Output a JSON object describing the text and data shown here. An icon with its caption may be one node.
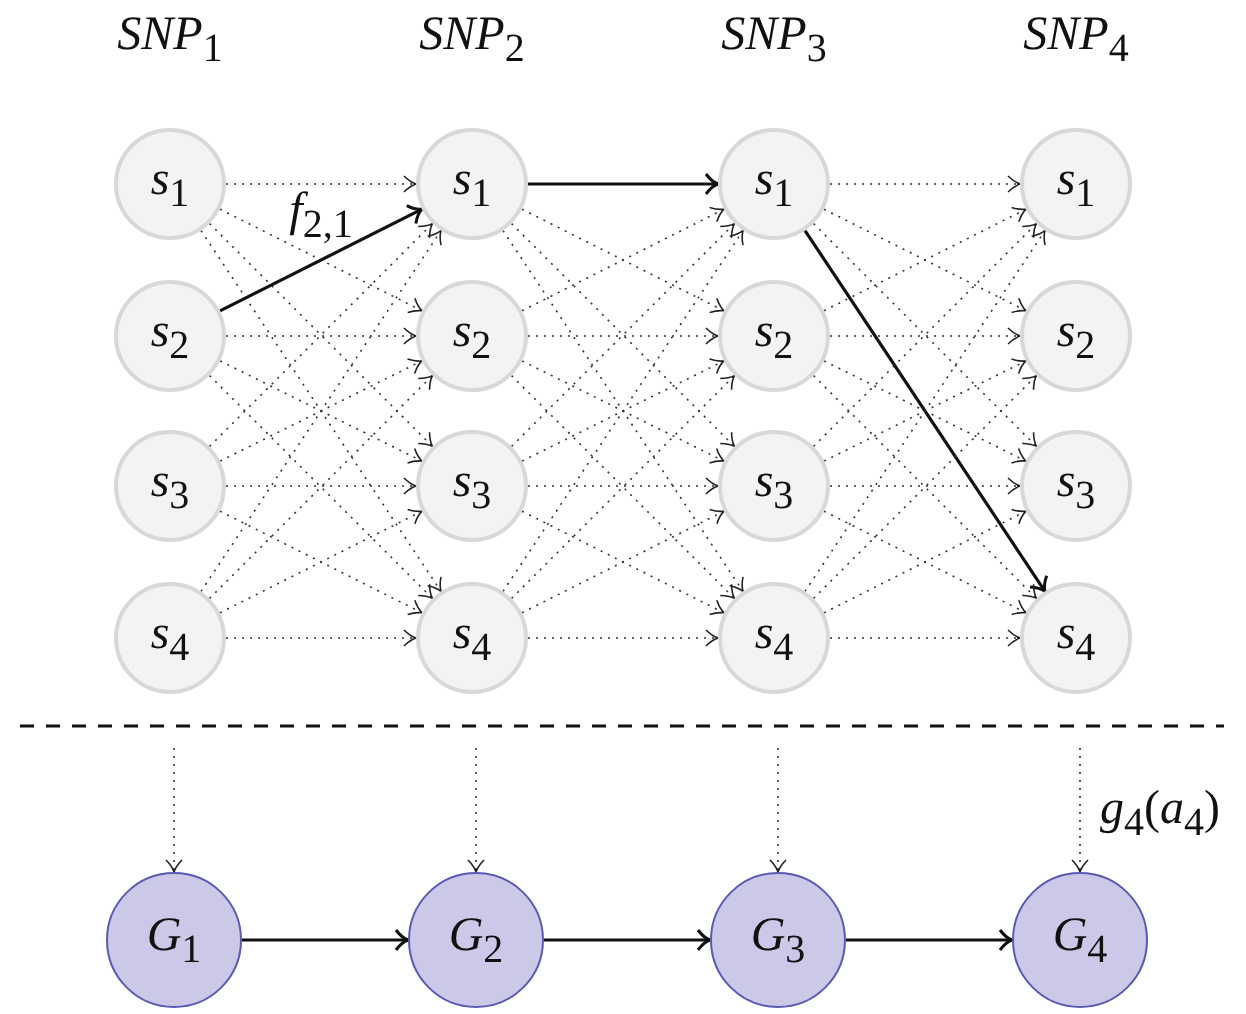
{
  "diagram": {
    "nodes": [
      {
        "text": [
          "*s*$_{1}$"
        ]
      },
      {
        "text": [
          "*s*$_{2}$"
        ]
      },
      {
        "text": [
          "*s*$_{3}$"
        ]
      },
      {
        "text": [
          "*s*$_{4}$"
        ]
      },
      {
        "text": [
          "*s*$_{1}$"
        ]
      },
      {
        "text": [
          "*s*$_{2}$"
        ]
      },
      {
        "text": [
          "*s*$_{3}$"
        ]
      },
      {
        "text": [
          "*s*$_{4}$"
        ]
      },
      {
        "text": [
          "*s*$_{1}$"
        ]
      },
      {
        "text": [
          "*s*$_{2}$"
        ]
      },
      {
        "text": [
          "*s*$_{3}$"
        ]
      },
      {
        "text": [
          "*s*$_{4}$"
        ]
      },
      {
        "text": [
          "*s*$_{1}$"
        ]
      },
      {
        "text": [
          "*s*$_{2}$"
        ]
      },
      {
        "text": [
          "*s*$_{3}$"
        ]
      },
      {
        "text": [
          "*s*$_{4}$"
        ]
      },
      {
        "text": [
          "*G*$_{1}$"
        ]
      },
      {
        "text": [
          "*G*$_{2}$"
        ]
      },
      {
        "text": [
          "*G*$_{3}$"
        ]
      },
      {
        "text": [
          "*G*$_{4}$"
        ]
      }
    ],
    "edges": [
      {
        "from": 0,
        "to": 4,
        "arrow": "to",
        "style": "dashed"
      },
      {
        "from": 0,
        "to": 5,
        "arrow": "to",
        "style": "dashed"
      },
      {
        "from": 0,
        "to": 6,
        "arrow": "to",
        "style": "dashed"
      },
      {
        "from": 0,
        "to": 7,
        "arrow": "to",
        "style": "dashed"
      },
      {
        "from": 1,
        "to": 4,
        "arrow": "to",
        "label": "*f*$_{2,1}$"
      },
      {
        "from": 1,
        "to": 5,
        "arrow": "to",
        "style": "dashed"
      },
      {
        "from": 1,
        "to": 6,
        "arrow": "to",
        "style": "dashed"
      },
      {
        "from": 1,
        "to": 7,
        "arrow": "to",
        "style": "dashed"
      },
      {
        "from": 2,
        "to": 4,
        "arrow": "to",
        "style": "dashed"
      },
      {
        "from": 2,
        "to": 5,
        "arrow": "to",
        "style": "dashed"
      },
      {
        "from": 2,
        "to": 6,
        "arrow": "to",
        "style": "dashed"
      },
      {
        "from": 2,
        "to": 7,
        "arrow": "to",
        "style": "dashed"
      },
      {
        "from": 3,
        "to": 4,
        "arrow": "to",
        "style": "dashed"
      },
      {
        "from": 3,
        "to": 5,
        "arrow": "to",
        "style": "dashed"
      },
      {
        "from": 3,
        "to": 6,
        "arrow": "to",
        "style": "dashed"
      },
      {
        "from": 3,
        "to": 7,
        "arrow": "to",
        "style": "dashed"
      },
      {
        "from": 4,
        "to": 8,
        "arrow": "to"
      },
      {
        "from": 4,
        "to": 9,
        "arrow": "to",
        "style": "dashed"
      },
      {
        "from": 4,
        "to": 10,
        "arrow": "to",
        "style": "dashed"
      },
      {
        "from": 4,
        "to": 11,
        "arrow": "to",
        "style": "dashed"
      },
      {
        "from": 5,
        "to": 8,
        "arrow": "to",
        "style": "dashed"
      },
      {
        "from": 5,
        "to": 9,
        "arrow": "to",
        "style": "dashed"
      },
      {
        "from": 5,
        "to": 10,
        "arrow": "to",
        "style": "dashed"
      },
      {
        "from": 5,
        "to": 11,
        "arrow": "to",
        "style": "dashed"
      },
      {
        "from": 6,
        "to": 8,
        "arrow": "to",
        "style": "dashed"
      },
      {
        "from": 6,
        "to": 9,
        "arrow": "to",
        "style": "dashed"
      },
      {
        "from": 6,
        "to": 10,
        "arrow": "to",
        "style": "dashed"
      },
      {
        "from": 6,
        "to": 11,
        "arrow": "to",
        "style": "dashed"
      },
      {
        "from": 7,
        "to": 8,
        "arrow": "to",
        "style": "dashed"
      },
      {
        "from": 7,
        "to": 9,
        "arrow": "to",
        "style": "dashed"
      },
      {
        "from": 7,
        "to": 10,
        "arrow": "to",
        "style": "dashed"
      },
      {
        "from": 7,
        "to": 11,
        "arrow": "to",
        "style": "dashed"
      },
      {
        "from": 8,
        "to": 12,
        "arrow": "to",
        "style": "dashed"
      },
      {
        "from": 8,
        "to": 13,
        "arrow": "to",
        "style": "dashed"
      },
      {
        "from": 8,
        "to": 14,
        "arrow": "to",
        "style": "dashed"
      },
      {
        "from": 8,
        "to": 15,
        "arrow": "to"
      },
      {
        "from": 9,
        "to": 12,
        "arrow": "to",
        "style": "dashed"
      },
      {
        "from": 9,
        "to": 13,
        "arrow": "to",
        "style": "dashed"
      },
      {
        "from": 9,
        "to": 14,
        "arrow": "to",
        "style": "dashed"
      },
      {
        "from": 9,
        "to": 15,
        "arrow": "to",
        "style": "dashed"
      },
      {
        "from": 10,
        "to": 12,
        "arrow": "to",
        "style": "dashed"
      },
      {
        "from": 10,
        "to": 13,
        "arrow": "to",
        "style": "dashed"
      },
      {
        "from": 10,
        "to": 14,
        "arrow": "to",
        "style": "dashed"
      },
      {
        "from": 10,
        "to": 15,
        "arrow": "to",
        "style": "dashed"
      },
      {
        "from": 11,
        "to": 12,
        "arrow": "to",
        "style": "dashed"
      },
      {
        "from": 11,
        "to": 13,
        "arrow": "to",
        "style": "dashed"
      },
      {
        "from": 11,
        "to": 14,
        "arrow": "to",
        "style": "dashed"
      },
      {
        "from": 11,
        "to": 15,
        "arrow": "to",
        "style": "dashed"
      },
      {
        "from": null,
        "to": 16,
        "arrow": "to",
        "style": "dashed"
      },
      {
        "from": null,
        "to": 17,
        "arrow": "to",
        "style": "dashed"
      },
      {
        "from": null,
        "to": 18,
        "arrow": "to",
        "style": "dashed"
      },
      {
        "from": null,
        "to": 19,
        "arrow": "to",
        "style": "dashed",
        "label": "*g*$_{4}$(*a*$_{4}$)"
      },
      {
        "from": 16,
        "to": 17,
        "arrow": "to"
      },
      {
        "from": 17,
        "to": 18,
        "arrow": "to"
      },
      {
        "from": 18,
        "to": 19,
        "arrow": "to"
      }
    ],
    "labels": [
      "*SNP*$_{1}$",
      "*SNP*$_{2}$",
      "*SNP*$_{3}$",
      "*SNP*$_{4}$"
    ]
  }
}
